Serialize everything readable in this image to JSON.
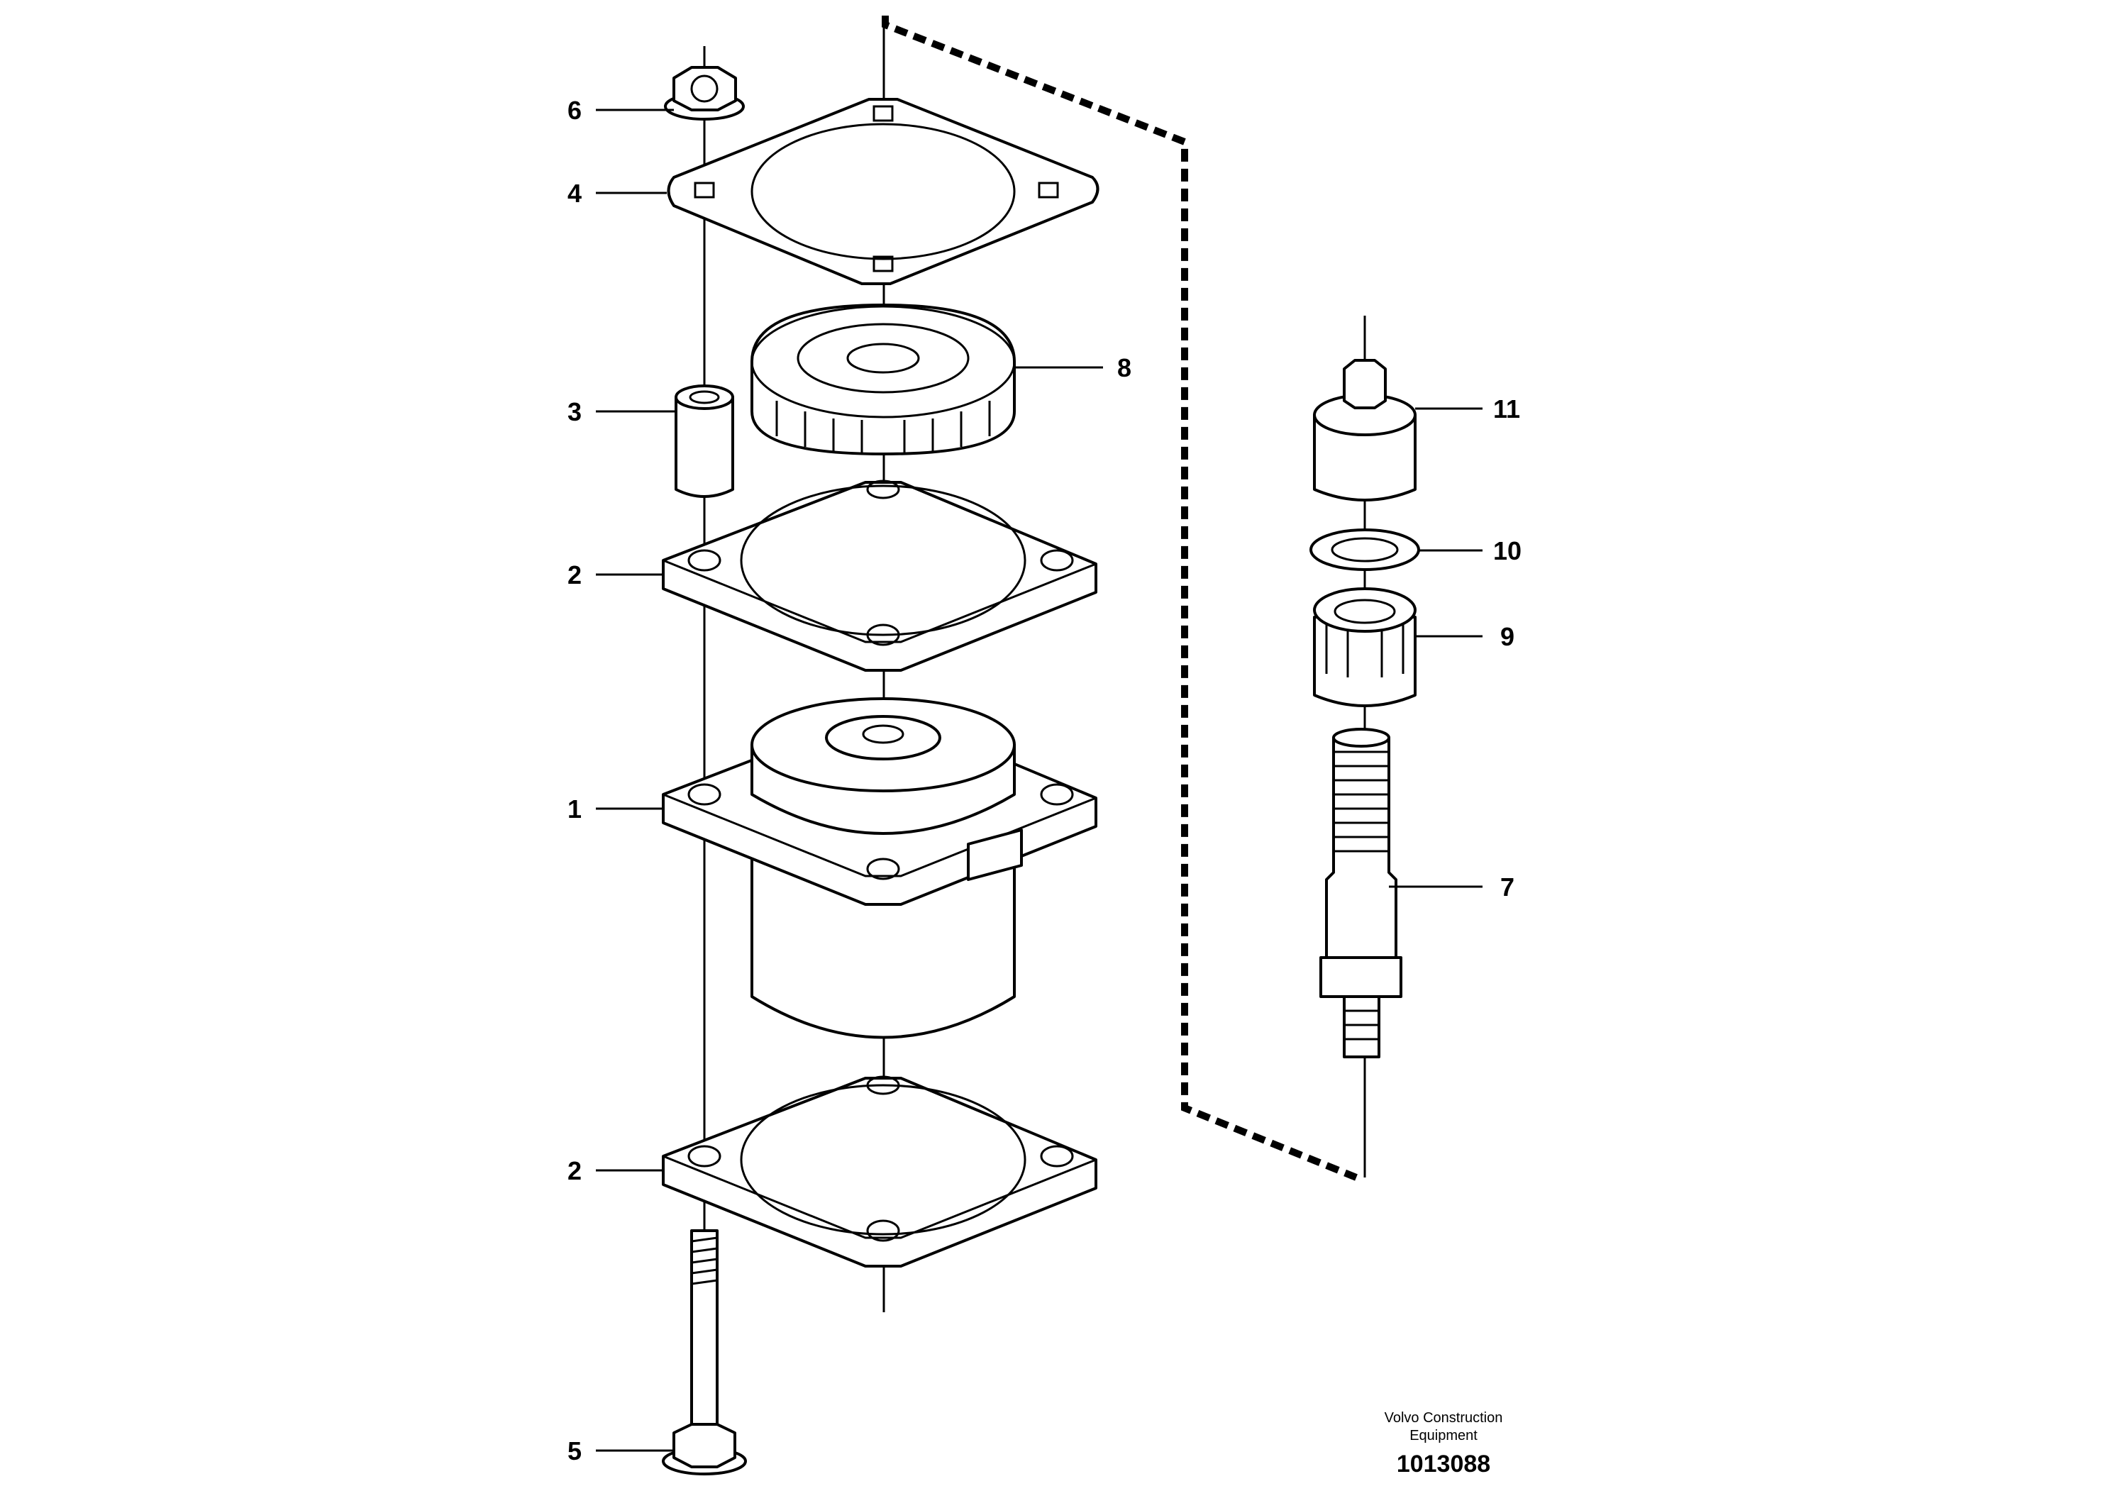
{
  "callouts": {
    "p1": "1",
    "p2a": "2",
    "p2b": "2",
    "p3": "3",
    "p4": "4",
    "p5": "5",
    "p6": "6",
    "p7": "7",
    "p8": "8",
    "p9": "9",
    "p10": "10",
    "p11": "11"
  },
  "footer": {
    "brand_line1": "Volvo Construction",
    "brand_line2": "Equipment",
    "reference": "1013088"
  }
}
